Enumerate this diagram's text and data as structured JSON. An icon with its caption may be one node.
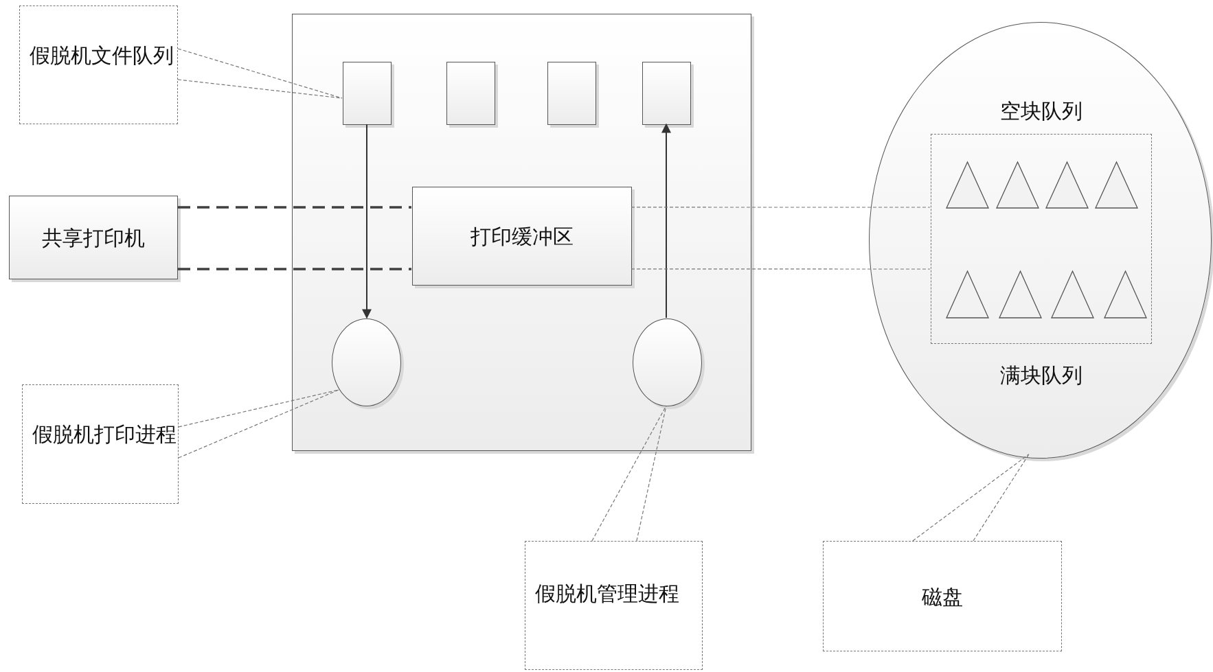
{
  "diagram": {
    "nodes": [
      {
        "text": [
          "假脱机文件队列"
        ]
      },
      {
        "text": [],
        "shape": "box"
      },
      {
        "text": [],
        "shape": "box",
        "in": 1
      },
      {
        "text": [],
        "shape": "box",
        "in": 1
      },
      {
        "text": [],
        "shape": "box",
        "in": 1
      },
      {
        "text": [],
        "shape": "box",
        "in": 1
      },
      {
        "text": [
          "共享打印机"
        ]
      },
      {
        "text": [
          "打印缓冲区"
        ],
        "in": 1
      },
      {
        "text": [],
        "shape": "circle",
        "in": 1
      },
      {
        "text": [],
        "shape": "circle",
        "in": 1
      },
      {
        "text": [],
        "shape": "circle"
      },
      {
        "text": [
          "空块队列",
          "满块队列"
        ],
        "in": 10
      },
      {
        "text": [],
        "shape": "triangle",
        "in": 11
      },
      {
        "text": [],
        "shape": "triangle",
        "in": 11
      },
      {
        "text": [],
        "shape": "triangle",
        "in": 11
      },
      {
        "text": [],
        "shape": "triangle",
        "in": 11
      },
      {
        "text": [],
        "shape": "triangle",
        "in": 11
      },
      {
        "text": [],
        "shape": "triangle",
        "in": 11
      },
      {
        "text": [],
        "shape": "triangle",
        "in": 11
      },
      {
        "text": [],
        "shape": "triangle",
        "in": 11
      },
      {
        "text": [
          "假脱机打印进程"
        ]
      },
      {
        "text": [
          "假脱机管理进程"
        ]
      },
      {
        "text": [
          "磁盘"
        ]
      }
    ],
    "edges": [
      {
        "from": 0,
        "to": 2,
        "arrow": "none",
        "style": "dashed"
      },
      {
        "from": 0,
        "to": 2,
        "arrow": "none",
        "style": "dashed"
      },
      {
        "from": 2,
        "to": 8,
        "arrow": "to"
      },
      {
        "from": 9,
        "to": 5,
        "arrow": "to"
      },
      {
        "from": 6,
        "to": 7,
        "arrow": "none",
        "style": "dashed",
        "color": "#404040"
      },
      {
        "from": 6,
        "to": 7,
        "arrow": "none",
        "style": "dashed",
        "color": "#404040"
      },
      {
        "from": 7,
        "to": 11,
        "arrow": "none",
        "style": "dashed"
      },
      {
        "from": 7,
        "to": 11,
        "arrow": "none",
        "style": "dashed"
      },
      {
        "from": 20,
        "to": 8,
        "arrow": "none",
        "style": "dashed"
      },
      {
        "from": 20,
        "to": 8,
        "arrow": "none",
        "style": "dashed"
      },
      {
        "from": 21,
        "to": 9,
        "arrow": "none",
        "style": "dashed"
      },
      {
        "from": 21,
        "to": 9,
        "arrow": "none",
        "style": "dashed"
      },
      {
        "from": 22,
        "to": 10,
        "arrow": "none",
        "style": "dashed"
      },
      {
        "from": 22,
        "to": 10,
        "arrow": "none",
        "style": "dashed"
      }
    ]
  }
}
